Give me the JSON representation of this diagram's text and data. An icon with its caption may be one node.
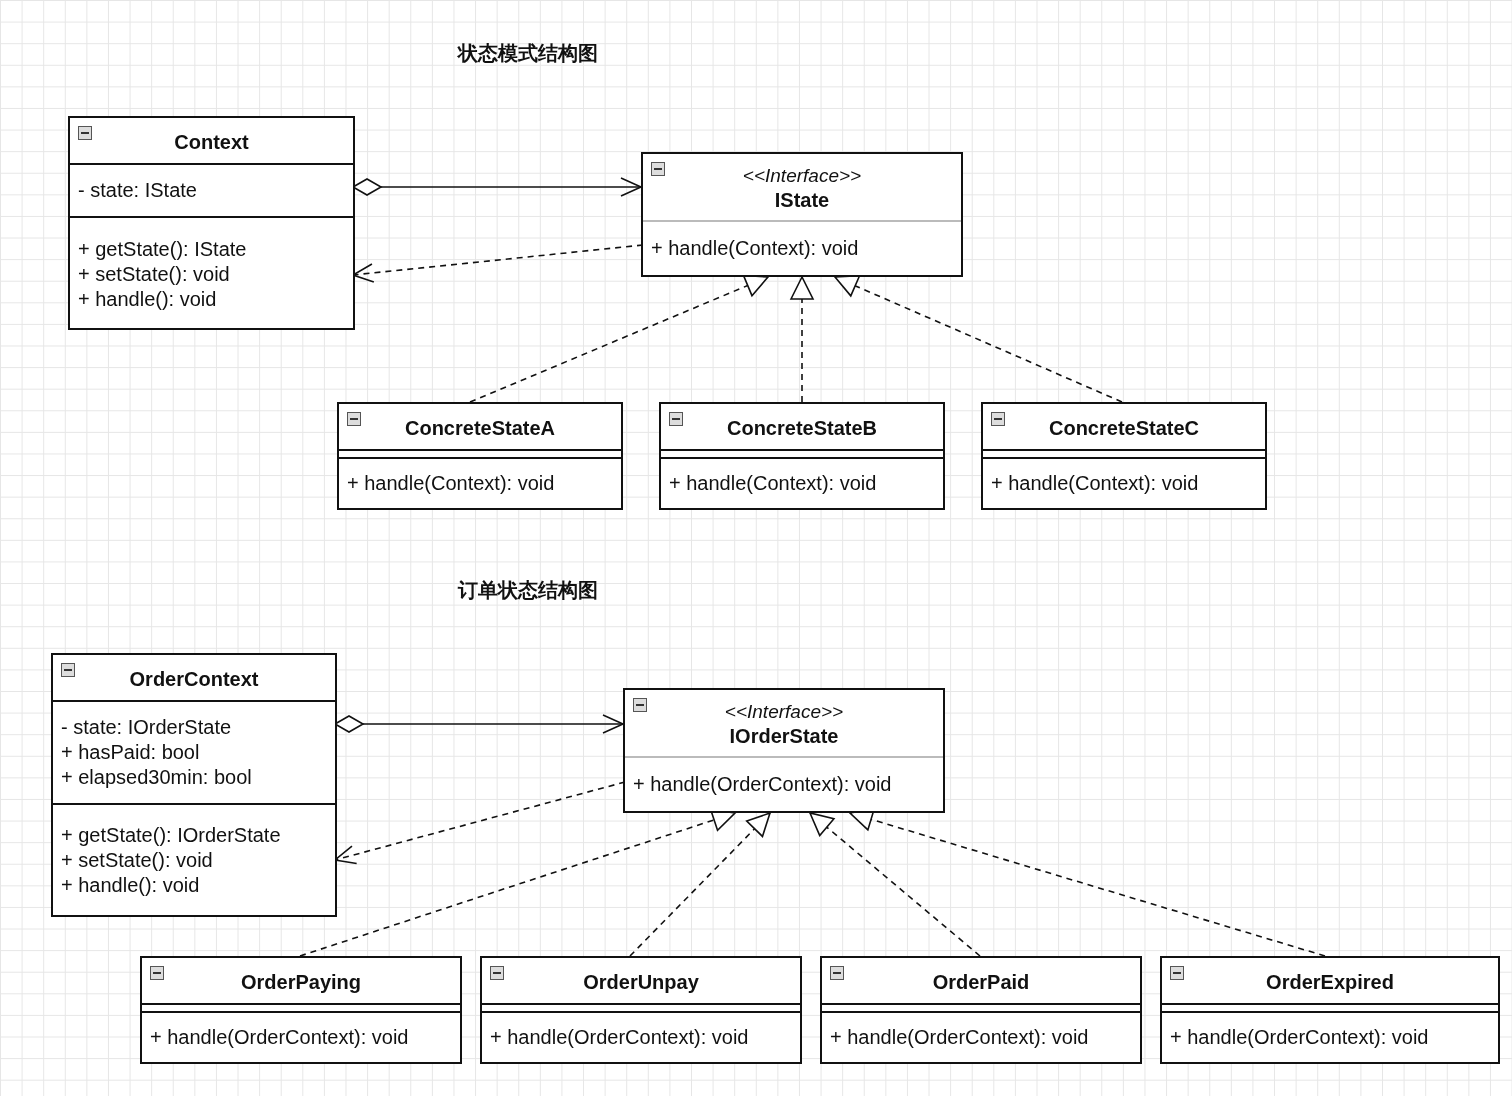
{
  "diagram": {
    "nodes": [
      {
        "text": [
          "Context"
        ]
      },
      {
        "text": [
          "- state: IState"
        ],
        "in": 0
      },
      {
        "text": [
          "+ getState(): IState",
          "+ setState(): void",
          "+ handle(): void"
        ],
        "in": 0
      },
      {
        "text": [
          "<<Interface>>",
          "IState"
        ]
      },
      {
        "text": [
          "+ handle(Context): void"
        ],
        "in": 3
      },
      {
        "text": [
          "ConcreteStateA"
        ]
      },
      {
        "text": [
          "+ handle(Context): void"
        ],
        "in": 5
      },
      {
        "text": [
          "ConcreteStateB"
        ]
      },
      {
        "text": [
          "+ handle(Context): void"
        ],
        "in": 7
      },
      {
        "text": [
          "ConcreteStateC"
        ]
      },
      {
        "text": [
          "+ handle(Context): void"
        ],
        "in": 9
      },
      {
        "text": [
          "OrderContext"
        ]
      },
      {
        "text": [
          "- state: IOrderState",
          "+ hasPaid: bool",
          "+ elapsed30min: bool"
        ],
        "in": 11
      },
      {
        "text": [
          "+ getState(): IOrderState",
          "+ setState(): void",
          "+ handle(): void"
        ],
        "in": 11
      },
      {
        "text": [
          "<<Interface>>",
          "IOrderState"
        ]
      },
      {
        "text": [
          "+ handle(OrderContext): void"
        ],
        "in": 14
      },
      {
        "text": [
          "OrderPaying"
        ]
      },
      {
        "text": [
          "+ handle(OrderContext): void"
        ],
        "in": 16
      },
      {
        "text": [
          "OrderUnpay"
        ]
      },
      {
        "text": [
          "+ handle(OrderContext): void"
        ],
        "in": 18
      },
      {
        "text": [
          "OrderPaid"
        ]
      },
      {
        "text": [
          "+ handle(OrderContext): void"
        ],
        "in": 20
      },
      {
        "text": [
          "OrderExpired"
        ]
      },
      {
        "text": [
          "+ handle(OrderContext): void"
        ],
        "in": 22
      }
    ],
    "edges": [
      {
        "from": 1,
        "to": 3,
        "arrow": "to"
      },
      {
        "from": 4,
        "to": 2,
        "arrow": "to",
        "style": "dashed"
      },
      {
        "from": 5,
        "to": 3,
        "arrow": "to",
        "style": "dashed"
      },
      {
        "from": 7,
        "to": 3,
        "arrow": "to",
        "style": "dashed"
      },
      {
        "from": 9,
        "to": 3,
        "arrow": "to",
        "style": "dashed"
      },
      {
        "from": 12,
        "to": 14,
        "arrow": "to"
      },
      {
        "from": 15,
        "to": 13,
        "arrow": "to",
        "style": "dashed"
      },
      {
        "from": 16,
        "to": 14,
        "arrow": "to",
        "style": "dashed"
      },
      {
        "from": 18,
        "to": 14,
        "arrow": "to",
        "style": "dashed"
      },
      {
        "from": 20,
        "to": 14,
        "arrow": "to",
        "style": "dashed"
      },
      {
        "from": 22,
        "to": 14,
        "arrow": "to",
        "style": "dashed"
      }
    ],
    "labels": [
      "状态模式结构图",
      "订单状态结构图"
    ]
  }
}
